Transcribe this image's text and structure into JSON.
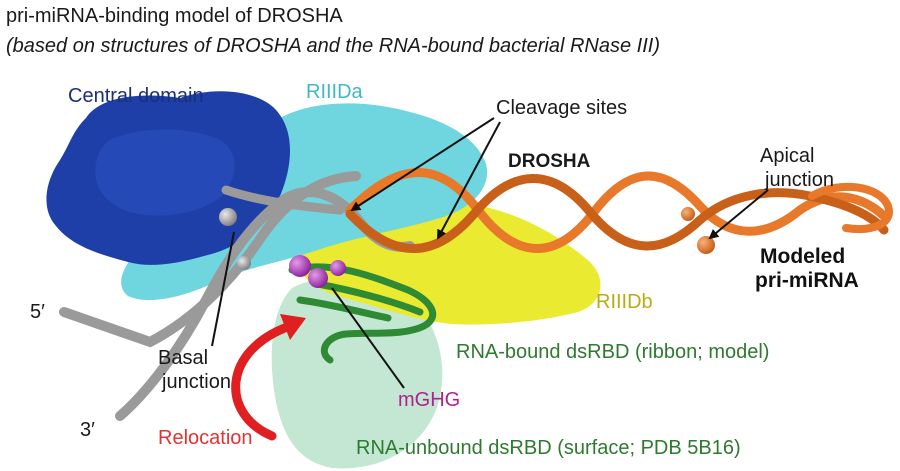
{
  "title": "pri-miRNA-binding model of DROSHA",
  "subtitle": "(based on structures of DROSHA and the RNA-bound bacterial RNase III)",
  "labels": {
    "central_domain": "Central domain",
    "riiida": "RIIIDa",
    "cleavage_sites": "Cleavage sites",
    "drosha": "DROSHA",
    "apical_junction_line1": "Apical",
    "apical_junction_line2": "junction",
    "modeled_line1": "Modeled",
    "modeled_line2": "pri-miRNA",
    "riiidb": "RIIIDb",
    "five_prime": "5′",
    "basal_junction_line1": "Basal",
    "basal_junction_line2": "junction",
    "rna_bound_dsrbd": "RNA-bound dsRBD (ribbon; model)",
    "mghg": "mGHG",
    "three_prime": "3′",
    "relocation": "Relocation",
    "rna_unbound_dsrbd": "RNA-unbound dsRBD (surface; PDB 5B16)"
  },
  "colors": {
    "central_domain": "#1e3fa8",
    "riiida": "#6fd6e0",
    "riiidb": "#eaea30",
    "pri_mirna": "#e8782a",
    "basal_rna": "#a0a0a0",
    "dsrbd_ribbon": "#2f8a34",
    "dsrbd_surface": "#b9e3cb",
    "mghg": "#b040c0",
    "relocation_arrow": "#e02020"
  }
}
